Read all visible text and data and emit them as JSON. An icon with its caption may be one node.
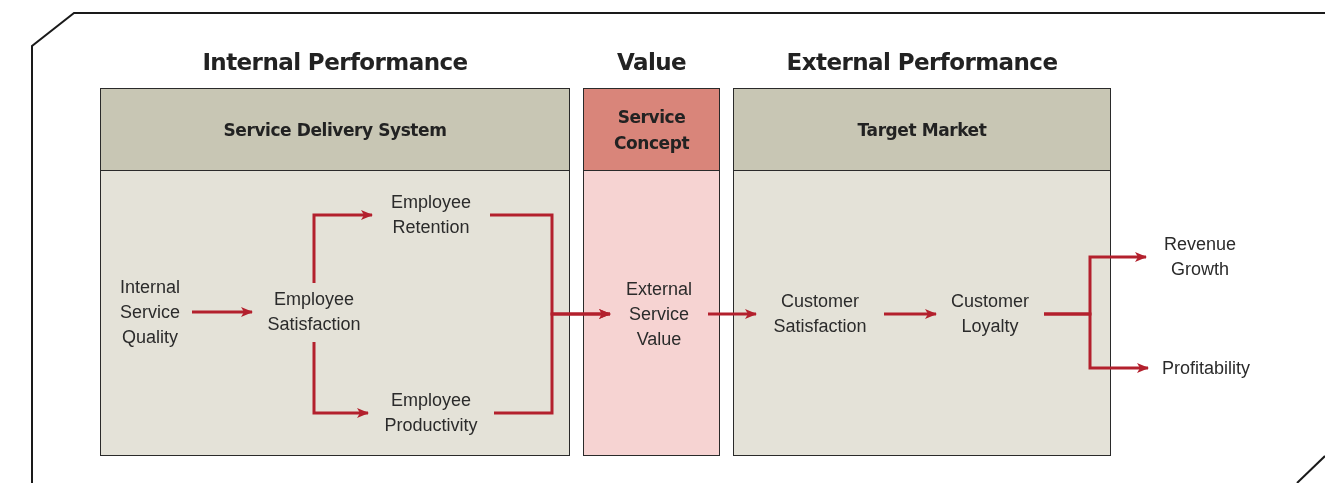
{
  "diagram": {
    "nodes": [
      {
        "text": [
          "Internal Performance",
          "Service Delivery System"
        ]
      },
      {
        "text": [
          "Value",
          "Service Concept"
        ]
      },
      {
        "text": [
          "External Performance",
          "Target Market"
        ]
      },
      {
        "text": [
          "Internal Service Quality"
        ],
        "in": 0
      },
      {
        "text": [
          "Employee Satisfaction"
        ],
        "in": 0
      },
      {
        "text": [
          "Employee Retention"
        ],
        "in": 0
      },
      {
        "text": [
          "Employee Productivity"
        ],
        "in": 0
      },
      {
        "text": [
          "External Service Value"
        ],
        "in": 1
      },
      {
        "text": [
          "Customer Satisfaction"
        ],
        "in": 2
      },
      {
        "text": [
          "Customer Loyalty"
        ],
        "in": 2
      },
      {
        "text": [
          "Revenue Growth"
        ]
      },
      {
        "text": [
          "Profitability"
        ]
      }
    ],
    "edges": [
      {
        "from": 3,
        "to": 4,
        "arrow": "to"
      },
      {
        "from": 4,
        "to": 5,
        "arrow": "to"
      },
      {
        "from": 4,
        "to": 6,
        "arrow": "to"
      },
      {
        "from": 5,
        "to": 7,
        "arrow": "to"
      },
      {
        "from": 6,
        "to": 7,
        "arrow": "to"
      },
      {
        "from": 7,
        "to": 8,
        "arrow": "to"
      },
      {
        "from": 8,
        "to": 9,
        "arrow": "to"
      },
      {
        "from": 9,
        "to": 10,
        "arrow": "to"
      },
      {
        "from": 9,
        "to": 11,
        "arrow": "to"
      }
    ]
  }
}
